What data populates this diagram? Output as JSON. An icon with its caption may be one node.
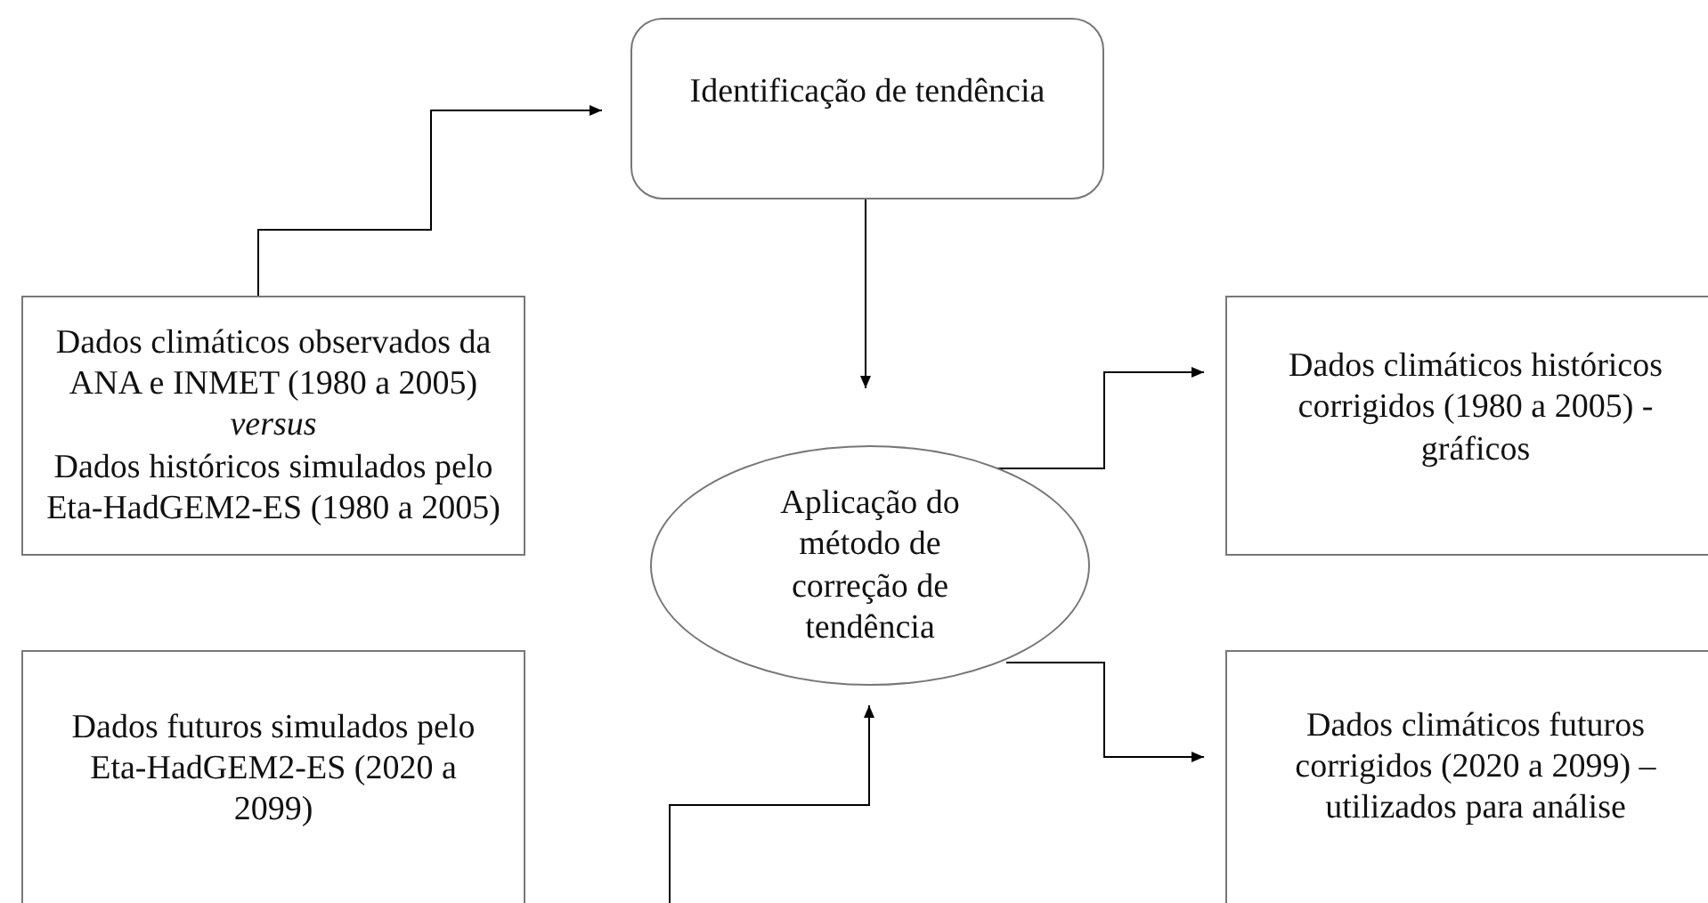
{
  "diagram": {
    "nodes": [
      {
        "text": [
          "Identificação de tendência"
        ]
      },
      {
        "text": [
          "Dados climáticos observados da ANA e INMET (1980 a 2005)",
          "versus",
          "Dados históricos simulados pelo Eta-HadGEM2-ES (1980 a 2005)"
        ]
      },
      {
        "text": [
          "Aplicação do método de correção de tendência"
        ]
      },
      {
        "text": [
          "Dados climáticos históricos corrigidos (1980 a 2005) - gráficos"
        ]
      },
      {
        "text": [
          "Dados futuros simulados pelo Eta-HadGEM2-ES (2020 a 2099)"
        ]
      },
      {
        "text": [
          "Dados climáticos futuros corrigidos (2020 a 2099) – utilizados para análise"
        ]
      }
    ],
    "edges": [
      {
        "from": 1,
        "to": 0,
        "arrow": "to"
      },
      {
        "from": 0,
        "to": 2,
        "arrow": "to"
      },
      {
        "from": 2,
        "to": 3,
        "arrow": "to"
      },
      {
        "from": 2,
        "to": 5,
        "arrow": "to"
      },
      {
        "from": null,
        "to": 2,
        "arrow": "to"
      }
    ]
  }
}
